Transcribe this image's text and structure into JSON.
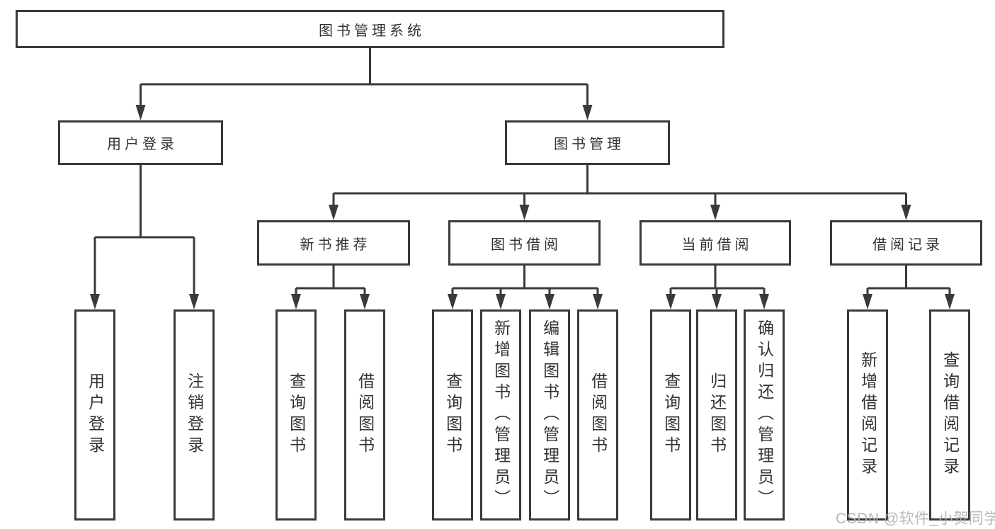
{
  "nodes": {
    "root": {
      "label": "图书管理系统"
    },
    "level2": [
      {
        "label": "用户登录"
      },
      {
        "label": "图书管理"
      }
    ],
    "level3": [
      {
        "label": "新书推荐",
        "parent": "图书管理"
      },
      {
        "label": "图书借阅",
        "parent": "图书管理"
      },
      {
        "label": "当前借阅",
        "parent": "图书管理"
      },
      {
        "label": "借阅记录",
        "parent": "图书管理"
      }
    ],
    "leaves": [
      {
        "label": "用户登录",
        "parent": "用户登录"
      },
      {
        "label": "注销登录",
        "parent": "用户登录"
      },
      {
        "label": "查询图书",
        "parent": "新书推荐"
      },
      {
        "label": "借阅图书",
        "parent": "新书推荐"
      },
      {
        "label": "查询图书",
        "parent": "图书借阅"
      },
      {
        "label": "新增图书（管理员）",
        "parent": "图书借阅"
      },
      {
        "label": "编辑图书（管理员）",
        "parent": "图书借阅"
      },
      {
        "label": "借阅图书",
        "parent": "图书借阅"
      },
      {
        "label": "查询图书",
        "parent": "当前借阅"
      },
      {
        "label": "归还图书",
        "parent": "当前借阅"
      },
      {
        "label": "确认归还（管理员）",
        "parent": "当前借阅"
      },
      {
        "label": "新增借阅记录",
        "parent": "借阅记录"
      },
      {
        "label": "查询借阅记录",
        "parent": "借阅记录"
      }
    ]
  },
  "watermark": {
    "text": "CSDN @软件_小贺同学"
  },
  "colors": {
    "line": "#3a3a3a",
    "text": "#333333",
    "background": "#ffffff",
    "watermark": "#b2b2b2"
  }
}
